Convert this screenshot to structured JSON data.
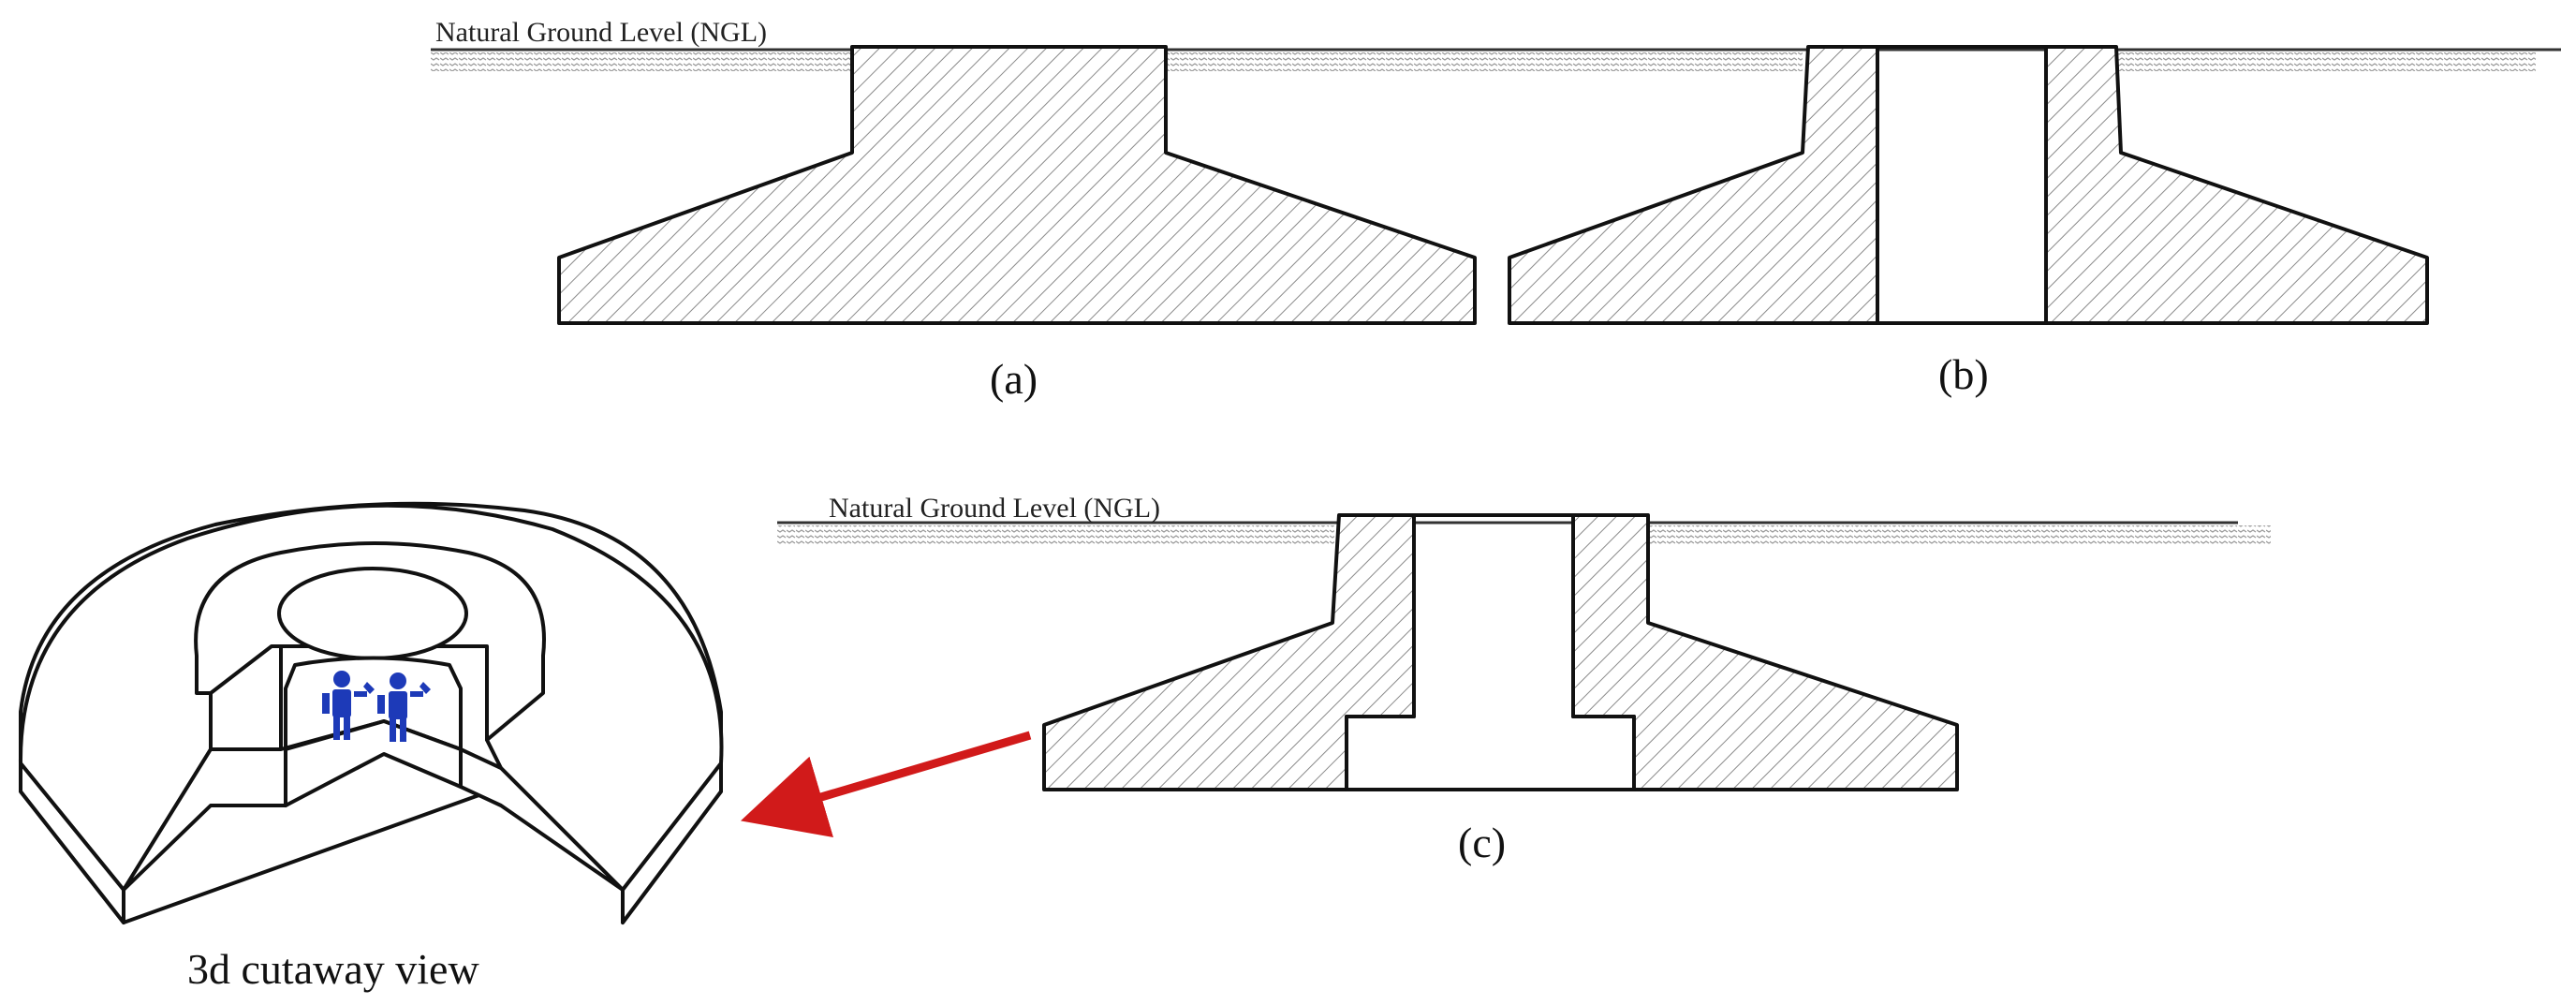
{
  "labels": {
    "ngl_top": "Natural Ground Level (NGL)",
    "ngl_bottom": "Natural Ground Level (NGL)",
    "caption_a": "(a)",
    "caption_b": "(b)",
    "caption_c": "(c)",
    "cutaway": "3d cutaway view"
  },
  "colors": {
    "outline": "#111111",
    "hatch": "#888888",
    "arrow": "#d11a1a",
    "workers": "#1d3ab8"
  }
}
